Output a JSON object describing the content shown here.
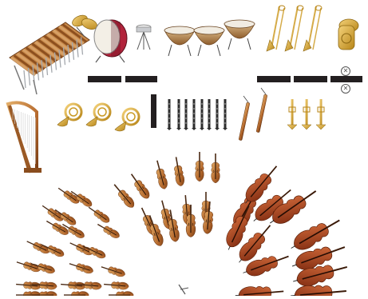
{
  "sections": {
    "percussion": [
      "marimba",
      "cymbals",
      "bass-drum",
      "snare-drum",
      "timpani",
      "timpani",
      "timpani"
    ],
    "brass_top": [
      "trombone",
      "trombone",
      "trombone",
      "tuba"
    ],
    "horns": [
      "french-horn",
      "french-horn",
      "french-horn"
    ],
    "woodwinds": [
      "clarinet",
      "flute",
      "oboe",
      "clarinet",
      "oboe",
      "clarinet",
      "flute",
      "bassoon",
      "bassoon"
    ],
    "trumpets": [
      "trumpet",
      "trumpet",
      "trumpet"
    ],
    "harp": [
      "harp"
    ],
    "strings": {
      "first_violins": 16,
      "second_violins": 8,
      "violas": 10,
      "cellos": 6,
      "double_basses": 5
    },
    "conductor": [
      "baton"
    ]
  },
  "colors": {
    "wood": "#b5692d",
    "wood_light": "#d9a25a",
    "cello": "#a7421e",
    "brass": "#d9a520",
    "metal": "#b9bcc2",
    "drum_red": "#b1233b",
    "bar": "#231f20"
  }
}
